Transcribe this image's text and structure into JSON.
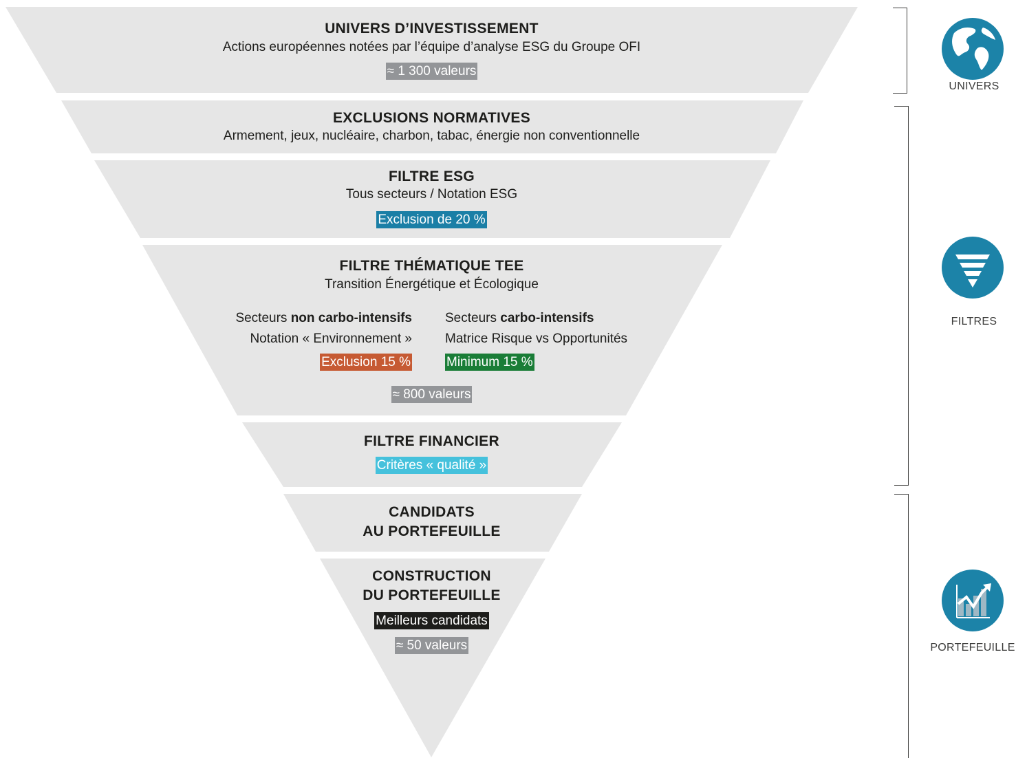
{
  "colors": {
    "layer": "#e6e6e6",
    "gray_tag": "#939598",
    "esg_blue": "#1b7fa6",
    "exclusion_orange": "#c65a33",
    "minimum_green": "#1a7d37",
    "criteria_cyan": "#45c1dc",
    "best_black": "#1d1d1b",
    "icon_blue": "#1c83a8"
  },
  "funnel": {
    "univers": {
      "title": "UNIVERS D’INVESTISSEMENT",
      "description": "Actions européennes notées par l’équipe d’analyse ESG du Groupe OFI",
      "count": "≈ 1 300 valeurs"
    },
    "exclusions": {
      "title": "EXCLUSIONS NORMATIVES",
      "description": "Armement, jeux, nucléaire, charbon, tabac, énergie non conventionnelle"
    },
    "esg": {
      "title": "FILTRE ESG",
      "description": "Tous secteurs / Notation ESG",
      "tag": "Exclusion de 20 %"
    },
    "thematic": {
      "title": "FILTRE THÉMATIQUE TEE",
      "description": "Transition Énergétique et Écologique",
      "left": {
        "line1_prefix": "Secteurs ",
        "line1_bold": "non carbo-intensifs",
        "line2": "Notation « Environnement »",
        "tag": "Exclusion 15 %"
      },
      "right": {
        "line1_prefix": "Secteurs ",
        "line1_bold": "carbo-intensifs",
        "line2": "Matrice Risque vs Opportunités",
        "tag": "Minimum 15 %"
      },
      "count": "≈ 800 valeurs"
    },
    "financial": {
      "title": "FILTRE FINANCIER",
      "tag": "Critères « qualité »"
    },
    "candidates": {
      "title_line1": "CANDIDATS",
      "title_line2": "AU PORTEFEUILLE"
    },
    "construction": {
      "title_line1": "CONSTRUCTION",
      "title_line2": "DU PORTEFEUILLE",
      "tag": "Meilleurs candidats",
      "count": "≈ 50 valeurs"
    }
  },
  "stages": [
    {
      "label": "UNIVERS",
      "icon": "globe-icon"
    },
    {
      "label": "FILTRES",
      "icon": "funnel-icon"
    },
    {
      "label": "PORTEFEUILLE",
      "icon": "chart-icon"
    }
  ]
}
